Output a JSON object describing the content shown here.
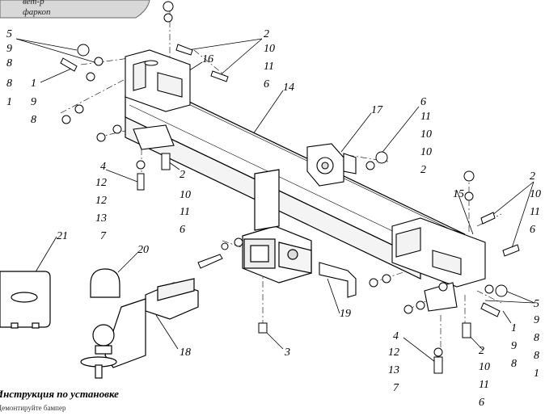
{
  "header_tab": {
    "line1": "фаркоп",
    "partial": "вет-р"
  },
  "instructions": {
    "title": "Инструкция по установке",
    "first_step": "Демонтируйте бампер"
  },
  "callouts": {
    "c1": [
      "5",
      "9",
      "8",
      "8",
      "1"
    ],
    "c2": [
      "1",
      "9",
      "8"
    ],
    "c3": [
      "2",
      "10",
      "11",
      "6"
    ],
    "c4": [
      "16"
    ],
    "c5": [
      "14"
    ],
    "c6": [
      "17"
    ],
    "c7": [
      "6",
      "11",
      "10",
      "10",
      "2"
    ],
    "c8": [
      "4",
      "12",
      "12",
      "13",
      "7"
    ],
    "c9": [
      "2",
      "10",
      "11",
      "6"
    ],
    "c10": [
      "15"
    ],
    "c11": [
      "2",
      "10",
      "11",
      "6"
    ],
    "c12": [
      "21"
    ],
    "c13": [
      "20"
    ],
    "c14": [
      "19"
    ],
    "c15": [
      "5",
      "9",
      "8",
      "8",
      "1"
    ],
    "c16": [
      "1",
      "9",
      "8"
    ],
    "c17": [
      "18"
    ],
    "c18": [
      "3"
    ],
    "c19": [
      "4",
      "12",
      "13",
      "7"
    ],
    "c20": [
      "2",
      "10",
      "11",
      "6"
    ]
  }
}
